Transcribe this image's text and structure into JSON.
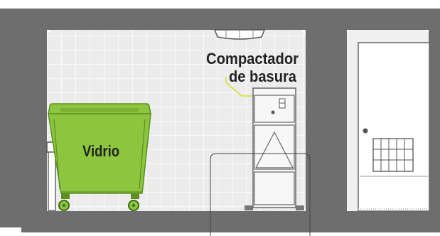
{
  "labels": {
    "compactor_line1": "Compactador",
    "compactor_line2": "de basura",
    "bin": "Vidrio"
  },
  "colors": {
    "wall": "#6e6e6e",
    "tile": "#ececec",
    "grout": "#ffffff",
    "bin_green": "#8cc63f",
    "bin_dark": "#5c8f22",
    "leader": "#d7df23",
    "text_dark": "#222222"
  },
  "icons": {
    "ceiling_light": "ceiling-light-icon",
    "door_handle": "door-handle-icon",
    "door_grille": "door-vent-grille-icon"
  }
}
